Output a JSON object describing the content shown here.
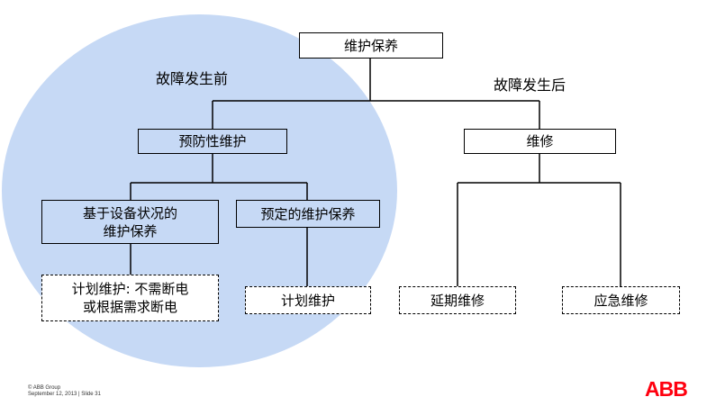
{
  "nodes": {
    "root": "维护保养",
    "preventive": "预防性维护",
    "repair": "维修",
    "condition_based": "基于设备状况的\n维护保养",
    "scheduled": "预定的维护保养",
    "condition_leaf": "计划维护: 不需断电\n或根据需求断电",
    "scheduled_leaf": "计划维护",
    "deferred": "延期维修",
    "emergency": "应急维修"
  },
  "labels": {
    "before_failure": "故障发生前",
    "after_failure": "故障发生后"
  },
  "footer": {
    "company": "© ABB Group",
    "date_slide": "September 12, 2013 | Slide 31"
  },
  "logo": "ABB",
  "colors": {
    "ellipse": "#c6d9f5",
    "logo": "#ff000f"
  }
}
